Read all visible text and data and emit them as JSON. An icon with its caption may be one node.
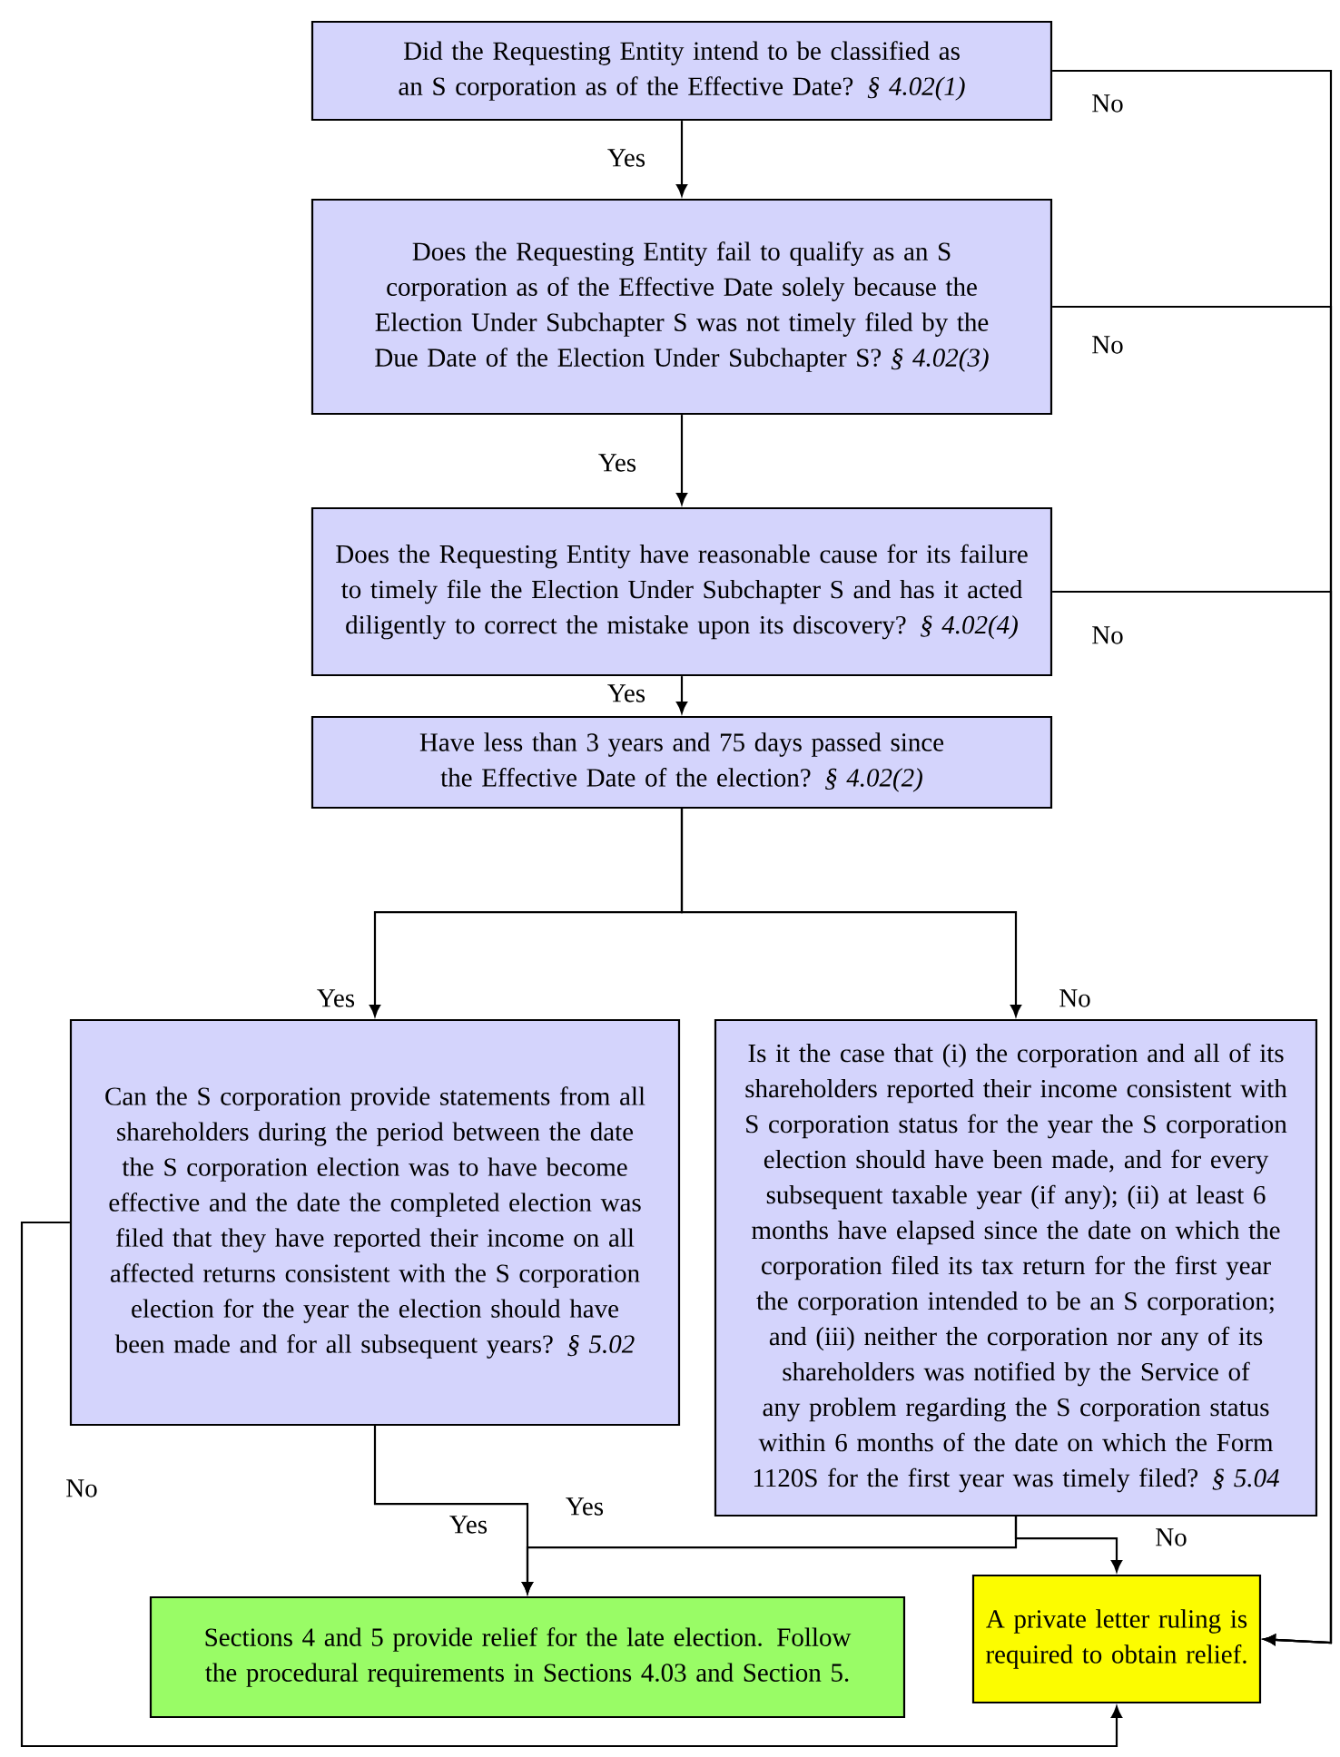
{
  "diagram": {
    "nodes": [
      {
        "text": [
          "Did the Requesting Entity intend to be classified as an S corporation as of the Effective Date? *§ 4.02(1)*"
        ]
      },
      {
        "text": [
          "Does the Requesting Entity fail to qualify as an S corporation as of the Effective Date solely because the Election Under Subchapter S was not timely filed by the Due Date of the Election Under Subchapter S? *§ 4.02(3)*"
        ]
      },
      {
        "text": [
          "Does the Requesting Entity have reasonable cause for its failure to timely file the Election Under Subchapter S and has it acted diligently to correct the mistake upon its discovery? *§ 4.02(4)*"
        ]
      },
      {
        "text": [
          "Have less than 3 years and 75 days passed since the Effective Date of the election? *§ 4.02(2)*"
        ]
      },
      {
        "text": [
          "Can the S corporation provide statements from all shareholders during the period between the date the S corporation election was to have become effective and the date the completed election was filed that they have reported their income on all affected returns consistent with the S corporation election for the year the election should have been made and for all subsequent years? *§ 5.02*"
        ]
      },
      {
        "text": [
          "Is it the case that (i) the corporation and all of its shareholders reported their income consistent with S corporation status for the year the S corporation election should have been made, and for every subsequent taxable year (if any); (ii) at least 6 months have elapsed since the date on which the corporation filed its tax return for the first year the corporation intended to be an S corporation; and (iii) neither the corporation nor any of its shareholders was notified by the Service of any problem regarding the S corporation status within 6 months of the date on which the Form 1120S for the first year was timely filed? *§ 5.04*"
        ]
      },
      {
        "text": [
          "Sections 4 and 5 provide relief for the late election. Follow the procedural requirements in Sections 4.03 and Section 5."
        ]
      },
      {
        "text": [
          "A private letter ruling is required to obtain relief."
        ]
      }
    ],
    "edges": [
      {
        "from": 0,
        "to": 1,
        "arrow": "to",
        "label": "Yes"
      },
      {
        "from": 0,
        "to": 7,
        "arrow": "to",
        "label": "No"
      },
      {
        "from": 1,
        "to": 2,
        "arrow": "to",
        "label": "Yes"
      },
      {
        "from": 1,
        "to": 7,
        "arrow": "to",
        "label": "No"
      },
      {
        "from": 2,
        "to": 3,
        "arrow": "to",
        "label": "Yes"
      },
      {
        "from": 2,
        "to": 7,
        "arrow": "to",
        "label": "No"
      },
      {
        "from": 3,
        "to": 4,
        "arrow": "to",
        "label": "Yes"
      },
      {
        "from": 3,
        "to": 5,
        "arrow": "to",
        "label": "No"
      },
      {
        "from": 4,
        "to": 6,
        "arrow": "to",
        "label": "Yes"
      },
      {
        "from": 4,
        "to": 7,
        "arrow": "to",
        "label": "No"
      },
      {
        "from": 5,
        "to": 6,
        "arrow": "to",
        "label": "Yes"
      },
      {
        "from": 5,
        "to": 7,
        "arrow": "to",
        "label": "No"
      }
    ]
  }
}
